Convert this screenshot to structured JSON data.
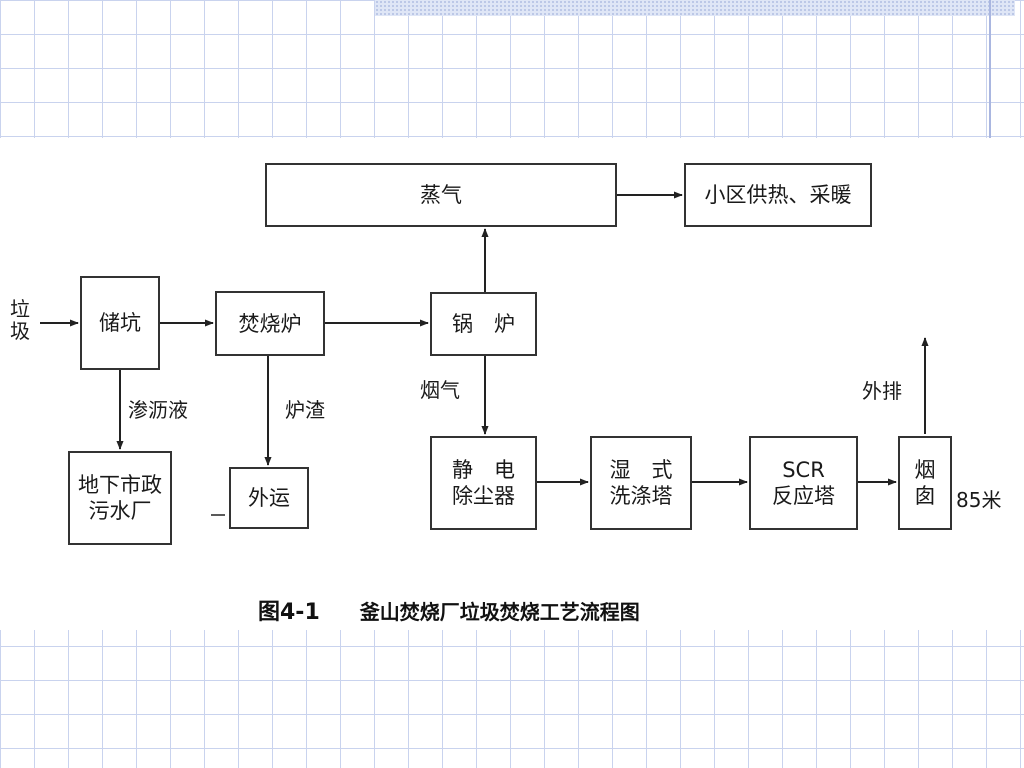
{
  "diagram": {
    "input_label": "垃\n圾",
    "nodes": {
      "steam": "蒸气",
      "district_heating": "小区供热、采暖",
      "storage_pit": "储坑",
      "incinerator": "焚烧炉",
      "boiler": "锅　炉",
      "sewage_plant": "地下市政\n污水厂",
      "transport_out": "外运",
      "electrostatic_precipitator": "静　电\n除尘器",
      "wet_scrubber": "湿　式\n洗涤塔",
      "scr_reactor": "SCR\n反应塔",
      "chimney": "烟\n囱"
    },
    "edge_labels": {
      "leachate": "渗沥液",
      "slag": "炉渣",
      "flue_gas": "烟气",
      "exhaust": "外排",
      "chimney_height": "85米"
    }
  },
  "caption": {
    "figure_number": "图4-1",
    "title": "釜山焚烧厂垃圾焚烧工艺流程图"
  }
}
